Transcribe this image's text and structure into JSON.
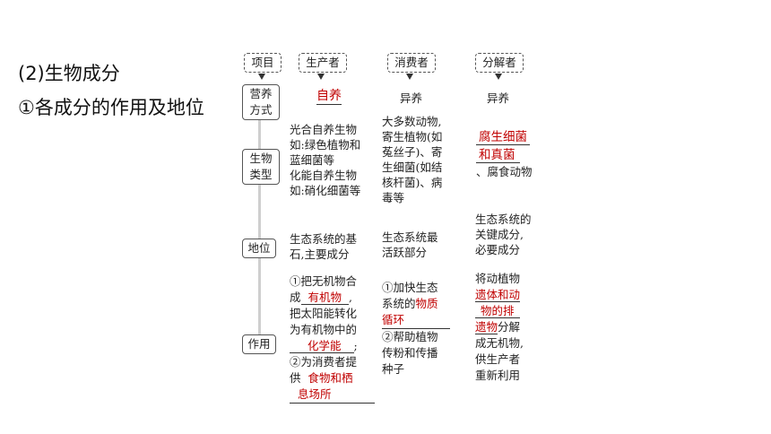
{
  "heading": {
    "line1": "(2)生物成分",
    "line2": "①各成分的作用及地位"
  },
  "header": {
    "project": "项目",
    "producer": "生产者",
    "consumer": "消费者",
    "decomposer": "分解者"
  },
  "rows": {
    "nutrition": {
      "label": "营养方式",
      "producer": "自养",
      "consumer": "异养",
      "decomposer": "异养"
    },
    "type": {
      "label": "生物类型",
      "producer": [
        "光合自养生物",
        "如:绿色植物和",
        "蓝细菌等",
        "化能自养生物",
        "如:硝化细菌等"
      ],
      "consumer": [
        "大多数动物,",
        "寄生植物(如",
        "菟丝子)、寄",
        "生细菌(如结",
        "核杆菌)、病",
        "毒等"
      ],
      "decomposer_red": [
        "腐生细菌",
        "和真菌"
      ],
      "decomposer_rest": "、腐食动物"
    },
    "status": {
      "label": "地位",
      "producer": [
        "生态系统的基",
        "石,主要成分"
      ],
      "consumer": [
        "生态系统最",
        "活跃部分"
      ],
      "decomposer": [
        "生态系统的",
        "关键成分,",
        "必要成分"
      ]
    },
    "role": {
      "label": "作用",
      "p1": "①把无机物合",
      "p2_pre": "成",
      "p2_red": "有机物",
      "p2_post": ",",
      "p3": "把太阳能转化",
      "p4": "为有机物中的",
      "p5_red": "化学能",
      "p5_post": ";",
      "p6": "②为消费者提",
      "p7_pre": "供",
      "p7_red": "食物和栖",
      "p8_red": "息场所",
      "c1": "①加快生态",
      "c2_pre": "系统的",
      "c2_red": "物质",
      "c3_red": "循环",
      "c4": "②帮助植物",
      "c5": "传粉和传播",
      "c6": "种子",
      "d1": "将动植物",
      "d2_red": "遗体和动",
      "d3_red": "物的排",
      "d4_red": "遗物",
      "d4_post": "分解",
      "d5": "成无机物,",
      "d6": "供生产者",
      "d7": "重新利用"
    }
  }
}
